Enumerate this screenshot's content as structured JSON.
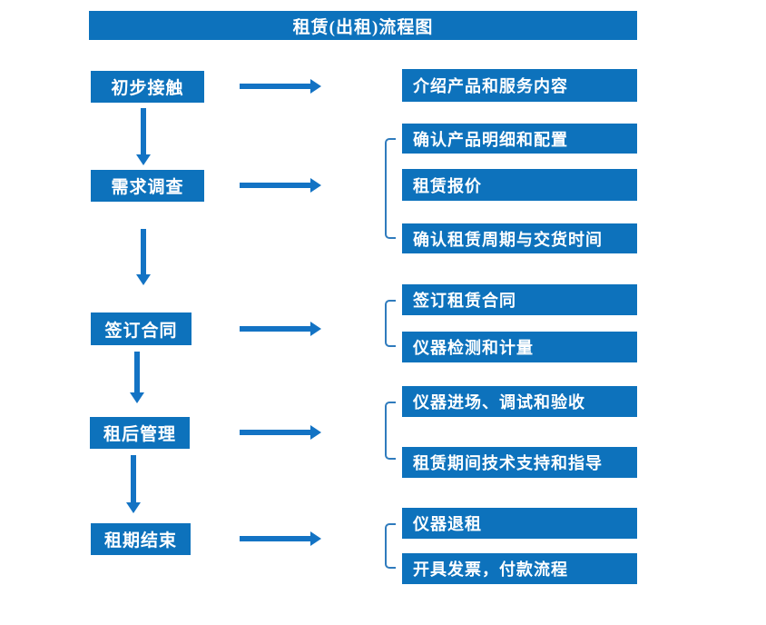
{
  "header": {
    "title": "租赁(出租)流程图"
  },
  "colors": {
    "primary": "#0D72BC",
    "arrow": "#1373C4",
    "bracket": "#2F7BBD",
    "text": "#FFFFFF",
    "background": "#FFFFFF"
  },
  "flow": {
    "steps": [
      {
        "label": "初步接触",
        "details": [
          "介绍产品和服务内容"
        ]
      },
      {
        "label": "需求调查",
        "details": [
          "确认产品明细和配置",
          "租赁报价",
          "确认租赁周期与交货时间"
        ]
      },
      {
        "label": "签订合同",
        "details": [
          "签订租赁合同",
          "仪器检测和计量"
        ]
      },
      {
        "label": "租后管理",
        "details": [
          "仪器进场、调试和验收",
          "租赁期间技术支持和指导"
        ]
      },
      {
        "label": "租期结束",
        "details": [
          "仪器退租",
          "开具发票，付款流程"
        ]
      }
    ]
  }
}
